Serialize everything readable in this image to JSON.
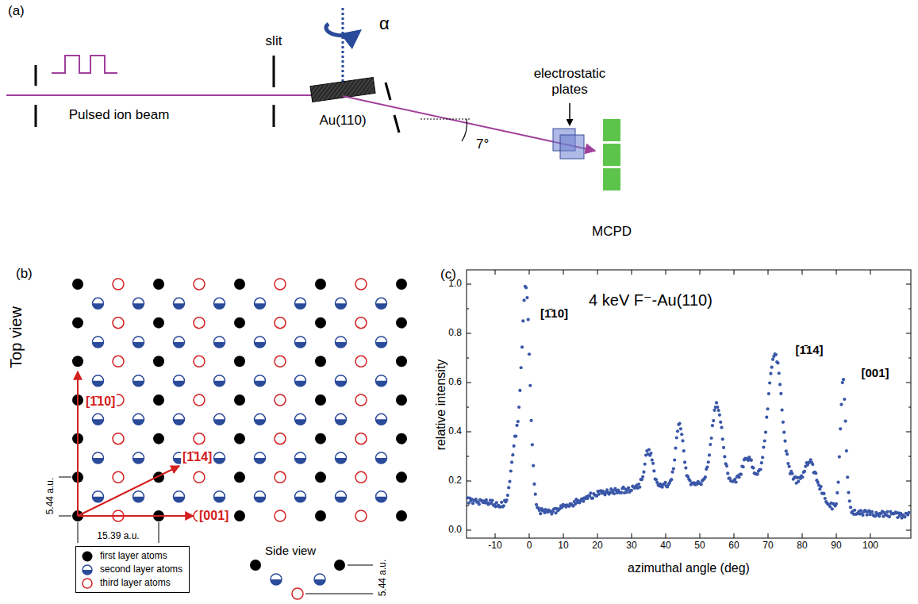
{
  "diagram": {
    "labels": [
      "(a)",
      "Pulsed ion beam",
      "slit",
      "α",
      "Au(110)",
      "7°",
      "electrostatic plates",
      "MCPD",
      "(b)",
      "Top view",
      "[1̄10]",
      "[1̄14]",
      "[001]",
      "5.44 a.u.",
      "15.39 a.u.",
      "Side view",
      "5.44 a.u.",
      "(c)",
      "4 keV F⁻-Au(110)",
      "[1̄10]",
      "[1̄14]",
      "[001]",
      "relative intensity",
      "azimuthal angle (deg)",
      "0.0",
      "0.2",
      "0.4",
      "0.6",
      "0.8",
      "1.0",
      "-10",
      "0",
      "10",
      "20",
      "30",
      "40",
      "50",
      "60",
      "70",
      "80",
      "90",
      "100"
    ],
    "legend": [
      {
        "text": "first layer atoms",
        "color": "#000000"
      },
      {
        "text": "second layer atoms"
      },
      {
        "text": "third layer atoms"
      }
    ]
  }
}
